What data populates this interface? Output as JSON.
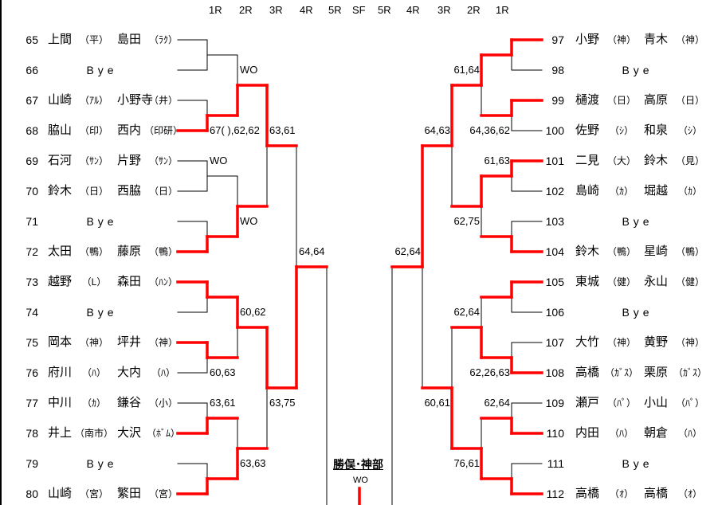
{
  "header": {
    "rounds": [
      "1R",
      "2R",
      "3R",
      "4R",
      "5R",
      "SF",
      "5R",
      "4R",
      "3R",
      "2R",
      "1R"
    ]
  },
  "colors": {
    "winner_line": "#ff0000",
    "line": "#000000"
  },
  "left": {
    "players": [
      {
        "num": "65",
        "name1": "上間",
        "club1": "（平）",
        "name2": "島田",
        "club2": "（ﾗｸ）"
      },
      {
        "num": "66",
        "bye": "Bye"
      },
      {
        "num": "67",
        "name1": "山崎",
        "club1": "（ｱﾙ）",
        "name2": "小野寺",
        "club2": "（井）"
      },
      {
        "num": "68",
        "name1": "脇山",
        "club1": "（印）",
        "name2": "西内",
        "club2": "（印研）"
      },
      {
        "num": "69",
        "name1": "石河",
        "club1": "（ｻﾝ）",
        "name2": "片野",
        "club2": "（ｻﾝ）"
      },
      {
        "num": "70",
        "name1": "鈴木",
        "club1": "（日）",
        "name2": "西脇",
        "club2": "（日）"
      },
      {
        "num": "71",
        "bye": "Bye"
      },
      {
        "num": "72",
        "name1": "太田",
        "club1": "（鴨）",
        "name2": "藤原",
        "club2": "（鴨）"
      },
      {
        "num": "73",
        "name1": "越野",
        "club1": "（L）",
        "name2": "森田",
        "club2": "（ﾊﾝ）"
      },
      {
        "num": "74",
        "bye": "Bye"
      },
      {
        "num": "75",
        "name1": "岡本",
        "club1": "（神）",
        "name2": "坪井",
        "club2": "（神）"
      },
      {
        "num": "76",
        "name1": "府川",
        "club1": "（ﾊ）",
        "name2": "大内",
        "club2": "（ﾊ）"
      },
      {
        "num": "77",
        "name1": "中川",
        "club1": "（ｶ）",
        "name2": "鎌谷",
        "club2": "（小）"
      },
      {
        "num": "78",
        "name1": "井上",
        "club1": "（南市）",
        "name2": "大沢",
        "club2": "（ﾎﾞﾑ）"
      },
      {
        "num": "79",
        "bye": "Bye"
      },
      {
        "num": "80",
        "name1": "山崎",
        "club1": "（宮）",
        "name2": "繁田",
        "club2": "（宮）"
      }
    ],
    "winners": [
      [
        null,
        "b",
        null,
        "b",
        "t",
        "t",
        "b",
        "b"
      ],
      [
        "b",
        "b",
        "t",
        "b"
      ],
      [
        "t",
        "t"
      ],
      [
        "b"
      ]
    ],
    "scores": [
      [
        null,
        "67( ),62,62",
        "WO",
        null,
        null,
        "60,63",
        "63,61",
        null
      ],
      [
        "WO",
        "WO",
        "60,62",
        "63,63"
      ],
      [
        "63,61",
        "63,75"
      ],
      [
        "64,64"
      ]
    ]
  },
  "right": {
    "players": [
      {
        "num": "97",
        "name1": "小野",
        "club1": "（神）",
        "name2": "青木",
        "club2": "（神）"
      },
      {
        "num": "98",
        "bye": "Bye"
      },
      {
        "num": "99",
        "name1": "樋渡",
        "club1": "（日）",
        "name2": "高原",
        "club2": "（日）"
      },
      {
        "num": "100",
        "name1": "佐野",
        "club1": "（ｼ）",
        "name2": "和泉",
        "club2": "（ｼ）"
      },
      {
        "num": "101",
        "name1": "二見",
        "club1": "（大）",
        "name2": "鈴木",
        "club2": "（見）"
      },
      {
        "num": "102",
        "name1": "島崎",
        "club1": "（ｶ）",
        "name2": "堀越",
        "club2": "（ｶ）"
      },
      {
        "num": "103",
        "bye": "Bye"
      },
      {
        "num": "104",
        "name1": "鈴木",
        "club1": "（鴨）",
        "name2": "星崎",
        "club2": "（鴨）"
      },
      {
        "num": "105",
        "name1": "東城",
        "club1": "（健）",
        "name2": "永山",
        "club2": "（健）"
      },
      {
        "num": "106",
        "bye": "Bye"
      },
      {
        "num": "107",
        "name1": "大竹",
        "club1": "（神）",
        "name2": "黄野",
        "club2": "（神）"
      },
      {
        "num": "108",
        "name1": "高橋",
        "club1": "（ｶﾞｽ）",
        "name2": "栗原",
        "club2": "（ｶﾞｽ）"
      },
      {
        "num": "109",
        "name1": "瀬戸",
        "club1": "（ﾊﾟ）",
        "name2": "小山",
        "club2": "（ﾊﾟ）"
      },
      {
        "num": "110",
        "name1": "内田",
        "club1": "（ﾊ）",
        "name2": "朝倉",
        "club2": "（ﾊ）"
      },
      {
        "num": "111",
        "bye": "Bye"
      },
      {
        "num": "112",
        "name1": "高橋",
        "club1": "（ｵ）",
        "name2": "高橋",
        "club2": "（ｵ）"
      }
    ],
    "winners": [
      [
        "t",
        "t",
        "t",
        "b",
        "t",
        "b",
        "b",
        "b"
      ],
      [
        "t",
        "t",
        "b",
        "b"
      ],
      [
        "t",
        "b"
      ],
      [
        "t"
      ]
    ],
    "scores": [
      [
        null,
        "64,36,62",
        "61,63",
        null,
        null,
        "62,26,63",
        "62,64",
        null
      ],
      [
        "61,64",
        "62,75",
        "62,64",
        "76,61"
      ],
      [
        "64,63",
        "60,61"
      ],
      [
        "62,64"
      ]
    ]
  },
  "final": {
    "pair": "勝俣･神部",
    "score": "WO"
  }
}
